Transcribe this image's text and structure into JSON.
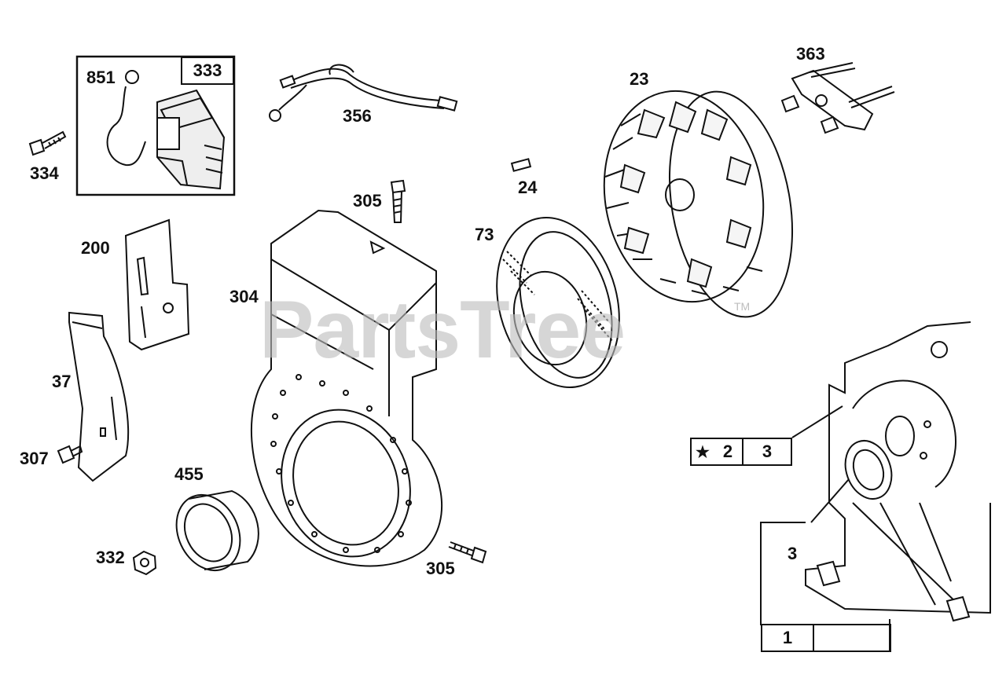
{
  "watermark": {
    "text": "PartsTree",
    "trademark": "TM"
  },
  "callouts": {
    "p851": "851",
    "p333": "333",
    "p334": "334",
    "p356": "356",
    "p363": "363",
    "p23": "23",
    "p24": "24",
    "p305a": "305",
    "p73": "73",
    "p200": "200",
    "p304": "304",
    "p37": "37",
    "p307": "307",
    "p455": "455",
    "p332": "332",
    "p305b": "305",
    "p3_lower": "3"
  },
  "reference_box": {
    "star": "★",
    "left": "2",
    "right": "3"
  },
  "bottom_box": {
    "value": "1"
  }
}
